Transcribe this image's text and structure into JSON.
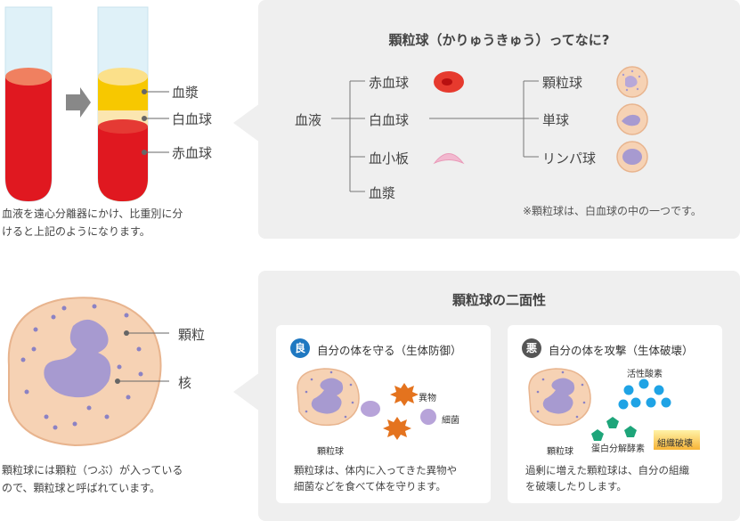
{
  "tubes": {
    "labels": [
      "血漿",
      "白血球",
      "赤血球"
    ],
    "caption_line1": "血液を遠心分離器にかけ、比重別に分",
    "caption_line2": "けると上記のようになります。"
  },
  "panel1": {
    "title": "顆粒球（かりゅうきゅう）ってなに?",
    "root": "血液",
    "components": [
      "赤血球",
      "白血球",
      "血小板",
      "血漿"
    ],
    "wbc_types": [
      "顆粒球",
      "単球",
      "リンパ球"
    ],
    "note": "※顆粒球は、白血球の中の一つです。"
  },
  "granulocyte": {
    "labels": [
      "顆粒",
      "核"
    ],
    "caption_line1": "顆粒球には顆粒（つぶ）が入っている",
    "caption_line2": "ので、顆粒球と呼ばれています。"
  },
  "panel2": {
    "title": "顆粒球の二面性",
    "good": {
      "badge": "良",
      "heading": "自分の体を守る（生体防御）",
      "foreign_label": "異物",
      "bacteria_label": "細菌",
      "cell_label": "顆粒球",
      "text_line1": "顆粒球は、体内に入ってきた異物や",
      "text_line2": "細菌などを食べて体を守ります。"
    },
    "bad": {
      "badge": "悪",
      "heading": "自分の体を攻撃（生体破壊）",
      "oxygen_label": "活性酸素",
      "enzyme_label": "蛋白分解酵素",
      "cell_label": "顆粒球",
      "tissue_label": "組織破壊",
      "text_line1": "過剰に増えた顆粒球は、自分の組織",
      "text_line2": "を破壊したりします。"
    }
  },
  "colors": {
    "panel_bg": "#efefef",
    "blood_red": "#e01820",
    "plasma_yellow": "#f7c800",
    "cell_peach": "#f6d2b4",
    "nucleus_purple": "#a79ad0",
    "good_blue": "#1f78c1",
    "bad_gray": "#555555",
    "oxygen_blue": "#1fa3e5",
    "enzyme_green": "#1ea57a",
    "foreign_orange": "#e4731e"
  }
}
